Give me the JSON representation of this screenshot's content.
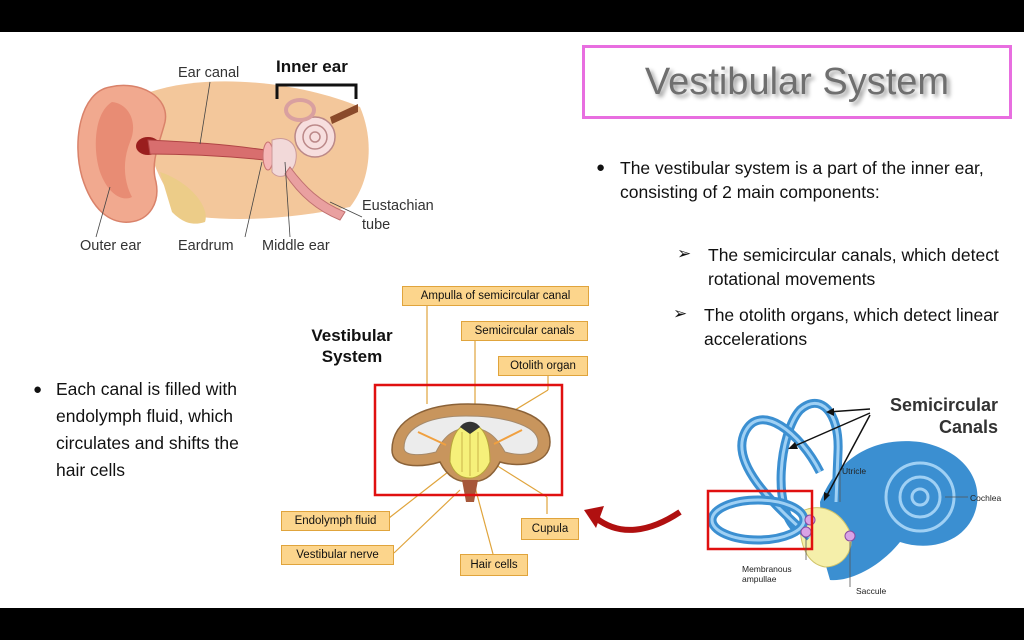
{
  "title": "Vestibular System",
  "bullets_right": {
    "main": "The vestibular system is a part of the inner ear, consisting of 2 main components:",
    "sub1": "The semicircular canals, which detect rotational movements",
    "sub2": "The otolith organs, which detect linear accelerations"
  },
  "bullet_left": "Each canal is filled with endolymph fluid, which circulates and shifts the hair cells",
  "ear_labels": {
    "ear_canal": "Ear canal",
    "inner_ear": "Inner ear",
    "eustachian_tube": "Eustachian tube",
    "outer_ear": "Outer ear",
    "eardrum": "Eardrum",
    "middle_ear": "Middle ear"
  },
  "vestibular_diagram": {
    "title": "Vestibular System",
    "labels": {
      "ampulla": "Ampulla of semicircular canal",
      "semicircular_canals": "Semicircular canals",
      "otolith_organ": "Otolith organ",
      "endolymph_fluid": "Endolymph fluid",
      "vestibular_nerve": "Vestibular nerve",
      "hair_cells": "Hair cells",
      "cupula": "Cupula"
    }
  },
  "inner_ear_diagram": {
    "semicircular_canals": "Semicircular Canals",
    "utricle": "Utricle",
    "cochlea": "Cochlea",
    "membranous_ampullae": "Membranous ampullae",
    "saccule": "Saccule"
  },
  "colors": {
    "title_border": "#e86ee0",
    "highlight_red": "#e01010",
    "label_box": "#fcd58c",
    "canal_blue": "#3b8fd1"
  }
}
